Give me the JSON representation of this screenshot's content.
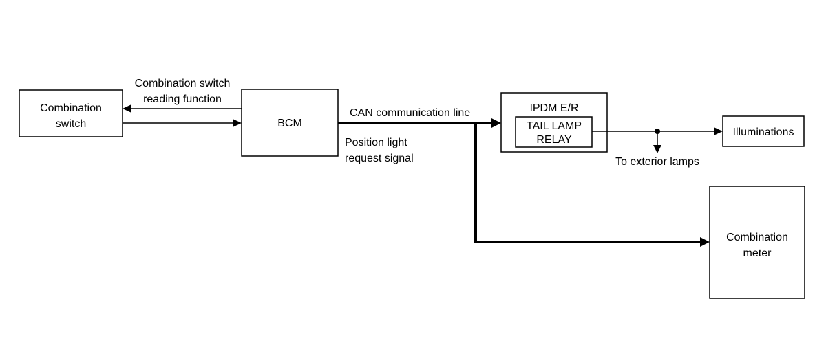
{
  "blocks": {
    "combination_switch": [
      "Combination",
      "switch"
    ],
    "bcm": "BCM",
    "ipdm": "IPDM E/R",
    "tail_lamp_relay": [
      "TAIL LAMP",
      "RELAY"
    ],
    "illuminations": "Illuminations",
    "combination_meter": [
      "Combination",
      "meter"
    ]
  },
  "signals": {
    "reading_function": [
      "Combination switch",
      "reading function"
    ],
    "can_line": "CAN communication line",
    "position_light_request": [
      "Position light",
      "request signal"
    ],
    "to_exterior_lamps": "To exterior lamps"
  },
  "colors": {
    "line": "#000000",
    "background": "#ffffff"
  }
}
